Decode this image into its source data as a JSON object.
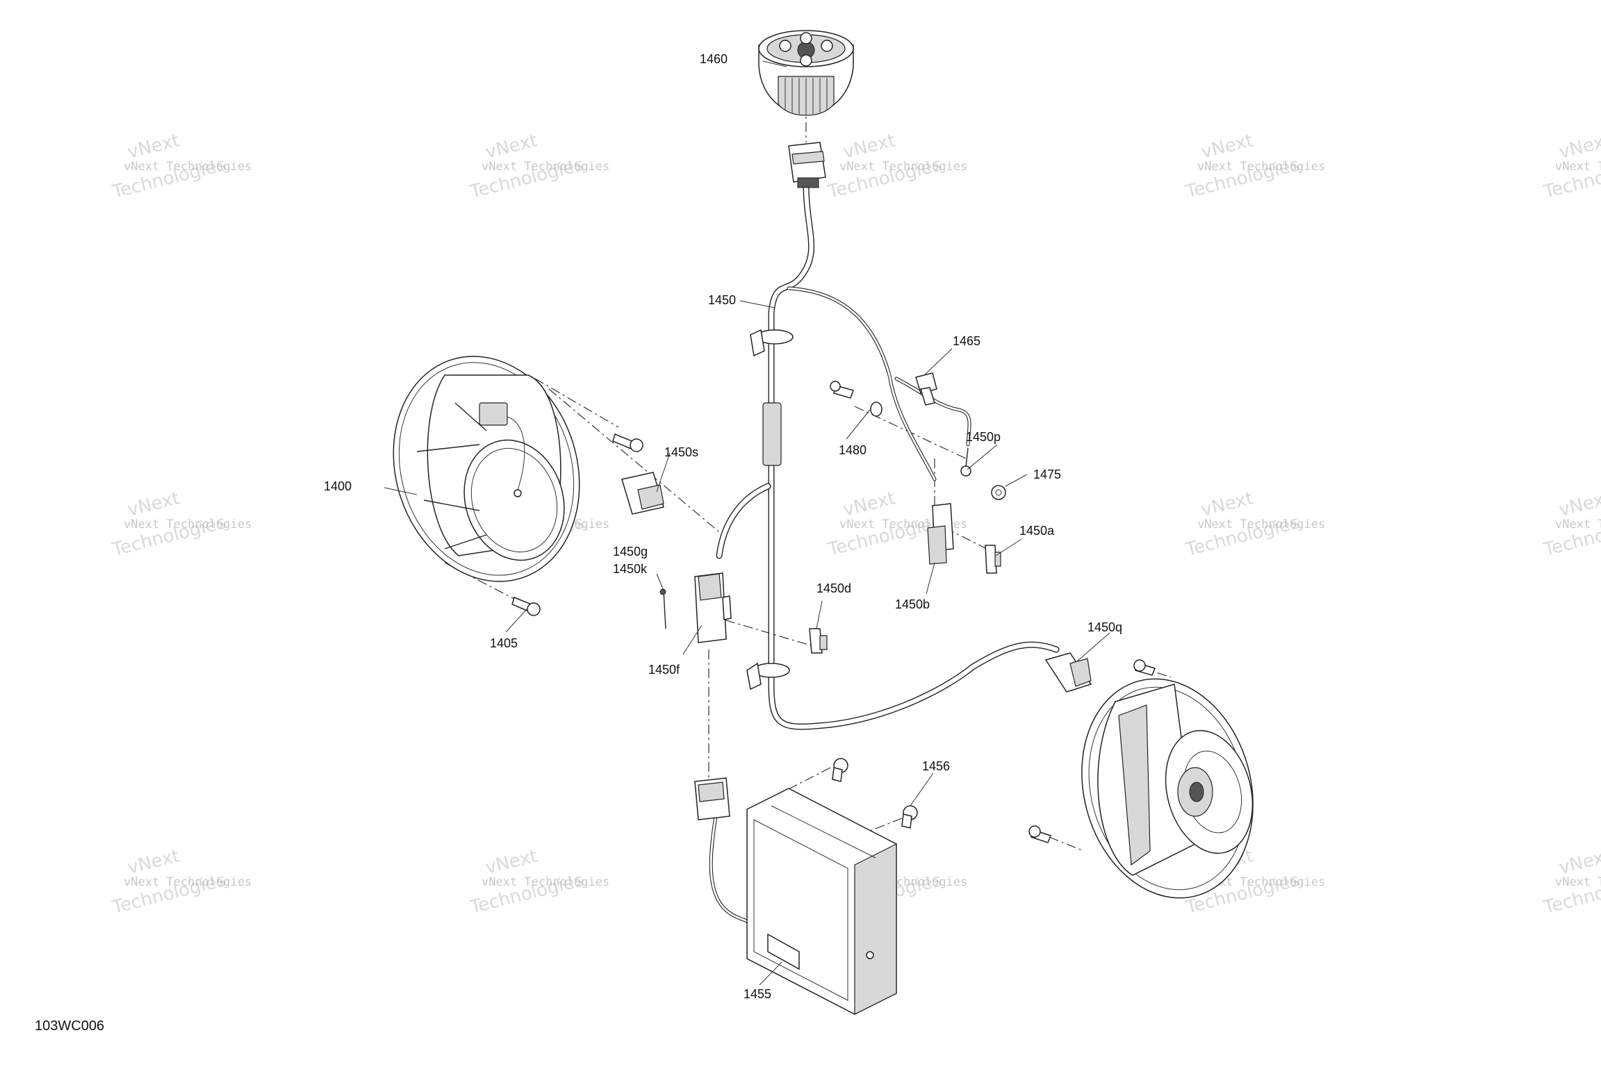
{
  "watermark": {
    "line1": "vNext",
    "line2": "vNext Technologies",
    "line3": "Technologies"
  },
  "diagram_code": "103WC006",
  "parts": {
    "p1400": "1400",
    "p1405": "1405",
    "p1450": "1450",
    "p1450s": "1450s",
    "p1450g": "1450g",
    "p1450k": "1450k",
    "p1450f": "1450f",
    "p1450d": "1450d",
    "p1450b": "1450b",
    "p1450a": "1450a",
    "p1450p": "1450p",
    "p1450q": "1450q",
    "p1455": "1455",
    "p1456": "1456",
    "p1460": "1460",
    "p1465": "1465",
    "p1475": "1475",
    "p1480": "1480"
  }
}
